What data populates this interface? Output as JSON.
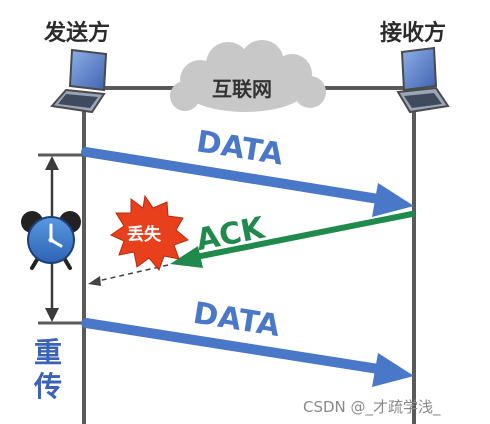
{
  "nodes": {
    "sender": "发送方",
    "receiver": "接收方",
    "network": "互联网"
  },
  "messages": {
    "data_first": "DATA",
    "ack": "ACK",
    "data_second": "DATA"
  },
  "lost_badge": "丢失",
  "retransmit": {
    "line1": "重",
    "line2": "传"
  },
  "watermark": "CSDN @_才疏学浅_",
  "colors": {
    "data_arrow": "#4a78c8",
    "ack_arrow": "#1f8a4c",
    "timeline": "#5a5a5a",
    "cloud": "#c8c8c8",
    "lost_burst": "#e8401c",
    "retransmit_text": "#3b62b8",
    "timer": "#3a78c8"
  },
  "icons": [
    "sender-laptop-icon",
    "receiver-laptop-icon",
    "cloud-icon",
    "alarm-clock-icon",
    "burst-icon"
  ]
}
